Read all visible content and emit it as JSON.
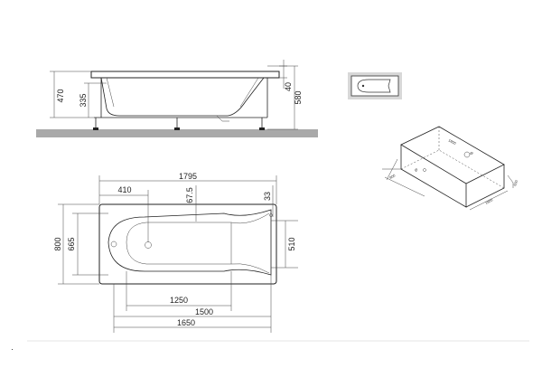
{
  "side_view": {
    "dims": {
      "overall_height": "470",
      "leg_height": "335",
      "rim": "40",
      "total_height": "580"
    }
  },
  "top_view": {
    "dims": {
      "length": "1795",
      "drain_offset": "410",
      "overflow": "67.5",
      "edge": "33",
      "width_outer": "800",
      "width_inner": "665",
      "width_end": "510",
      "basin_length": "1250",
      "inner_length": "1500",
      "rim_length": "1650"
    }
  },
  "iso_view": {
    "labels": {
      "top_length": "1800",
      "drain": "Ø",
      "left_width": "800",
      "right_length": "1800",
      "height": "600"
    }
  },
  "footer": {
    "mark": "·"
  }
}
